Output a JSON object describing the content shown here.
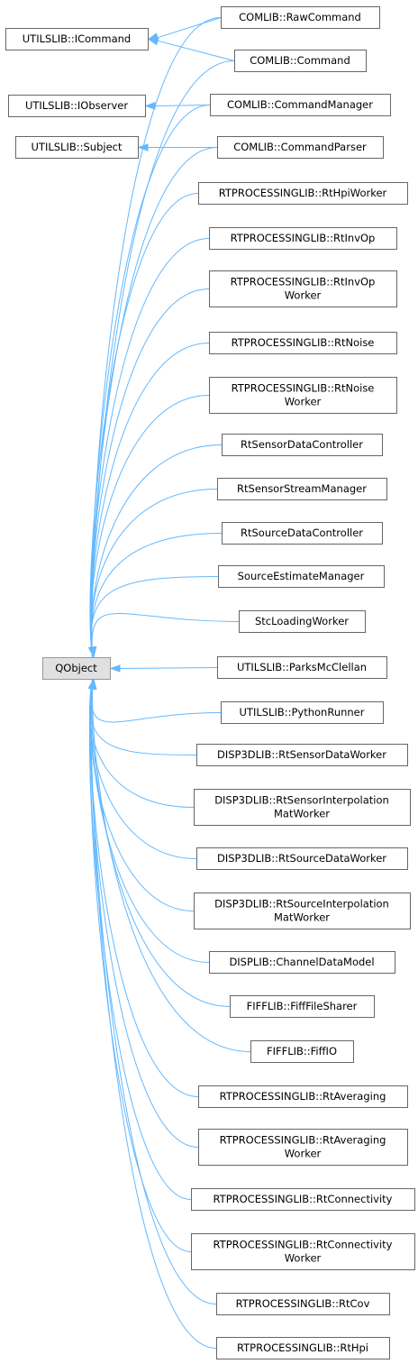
{
  "root": {
    "id": "qobject",
    "label": "QObject"
  },
  "interfaces": [
    {
      "id": "icommand",
      "label": "UTILSLIB::ICommand"
    },
    {
      "id": "iobserver",
      "label": "UTILSLIB::IObserver"
    },
    {
      "id": "subject",
      "label": "UTILSLIB::Subject"
    }
  ],
  "classes": [
    {
      "id": "rawcommand",
      "lines": [
        "COMLIB::RawCommand"
      ],
      "extra_bases": [
        "icommand"
      ]
    },
    {
      "id": "command",
      "lines": [
        "COMLIB::Command"
      ],
      "extra_bases": [
        "icommand"
      ]
    },
    {
      "id": "commandmanager",
      "lines": [
        "COMLIB::CommandManager"
      ],
      "extra_bases": [
        "iobserver"
      ]
    },
    {
      "id": "commandparser",
      "lines": [
        "COMLIB::CommandParser"
      ],
      "extra_bases": [
        "subject"
      ]
    },
    {
      "id": "rthpiworker",
      "lines": [
        "RTPROCESSINGLIB::RtHpiWorker"
      ],
      "extra_bases": []
    },
    {
      "id": "rtinvop",
      "lines": [
        "RTPROCESSINGLIB::RtInvOp"
      ],
      "extra_bases": []
    },
    {
      "id": "rtinvopworker",
      "lines": [
        "RTPROCESSINGLIB::RtInvOp",
        "Worker"
      ],
      "extra_bases": []
    },
    {
      "id": "rtnoise",
      "lines": [
        "RTPROCESSINGLIB::RtNoise"
      ],
      "extra_bases": []
    },
    {
      "id": "rtnoiseworker",
      "lines": [
        "RTPROCESSINGLIB::RtNoise",
        "Worker"
      ],
      "extra_bases": []
    },
    {
      "id": "rtsensordatacontroller",
      "lines": [
        "RtSensorDataController"
      ],
      "extra_bases": []
    },
    {
      "id": "rtsensorstreammanager",
      "lines": [
        "RtSensorStreamManager"
      ],
      "extra_bases": []
    },
    {
      "id": "rtsourcedatacontroller",
      "lines": [
        "RtSourceDataController"
      ],
      "extra_bases": []
    },
    {
      "id": "sourceestimatemanager",
      "lines": [
        "SourceEstimateManager"
      ],
      "extra_bases": []
    },
    {
      "id": "stcloadingworker",
      "lines": [
        "StcLoadingWorker"
      ],
      "extra_bases": []
    },
    {
      "id": "parksmcclellan",
      "lines": [
        "UTILSLIB::ParksMcClellan"
      ],
      "extra_bases": []
    },
    {
      "id": "pythonrunner",
      "lines": [
        "UTILSLIB::PythonRunner"
      ],
      "extra_bases": []
    },
    {
      "id": "rtsensordataworker",
      "lines": [
        "DISP3DLIB::RtSensorDataWorker"
      ],
      "extra_bases": []
    },
    {
      "id": "rtsensorinterpolationmatworker",
      "lines": [
        "DISP3DLIB::RtSensorInterpolation",
        "MatWorker"
      ],
      "extra_bases": []
    },
    {
      "id": "rtsourcedataworker",
      "lines": [
        "DISP3DLIB::RtSourceDataWorker"
      ],
      "extra_bases": []
    },
    {
      "id": "rtsourceinterpolationmatworker",
      "lines": [
        "DISP3DLIB::RtSourceInterpolation",
        "MatWorker"
      ],
      "extra_bases": []
    },
    {
      "id": "channeldatamodel",
      "lines": [
        "DISPLIB::ChannelDataModel"
      ],
      "extra_bases": []
    },
    {
      "id": "fifffilesharer",
      "lines": [
        "FIFFLIB::FiffFileSharer"
      ],
      "extra_bases": []
    },
    {
      "id": "fiffio",
      "lines": [
        "FIFFLIB::FiffIO"
      ],
      "extra_bases": []
    },
    {
      "id": "rtaveraging",
      "lines": [
        "RTPROCESSINGLIB::RtAveraging"
      ],
      "extra_bases": []
    },
    {
      "id": "rtaveragingworker",
      "lines": [
        "RTPROCESSINGLIB::RtAveraging",
        "Worker"
      ],
      "extra_bases": []
    },
    {
      "id": "rtconnectivity",
      "lines": [
        "RTPROCESSINGLIB::RtConnectivity"
      ],
      "extra_bases": []
    },
    {
      "id": "rtconnectivityworker",
      "lines": [
        "RTPROCESSINGLIB::RtConnectivity",
        "Worker"
      ],
      "extra_bases": []
    },
    {
      "id": "rtcov",
      "lines": [
        "RTPROCESSINGLIB::RtCov"
      ],
      "extra_bases": []
    },
    {
      "id": "rthpi",
      "lines": [
        "RTPROCESSINGLIB::RtHpi"
      ],
      "extra_bases": []
    }
  ],
  "colors": {
    "edge": "#63b8ff",
    "node_border": "#666666",
    "root_fill": "#e0e0e0",
    "root_border": "#999999"
  }
}
